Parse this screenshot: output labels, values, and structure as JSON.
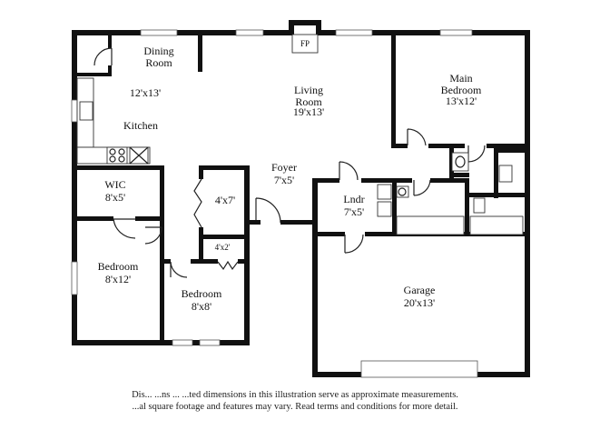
{
  "rooms": {
    "dining": {
      "name": "Dining\nRoom",
      "dims": ""
    },
    "kitchen": {
      "name": "Kitchen",
      "dims": "12'x13'"
    },
    "living": {
      "name": "Living\nRoom",
      "dims": "19'x13'"
    },
    "fireplace": {
      "name": "FP"
    },
    "main_bedroom": {
      "name": "Main\nBedroom",
      "dims": "13'x12'"
    },
    "foyer": {
      "name": "Foyer",
      "dims": "7'x5'"
    },
    "wic": {
      "name": "WIC",
      "dims": "8'x5'"
    },
    "closet_hall": {
      "dims": "4'x7'"
    },
    "closet_small": {
      "dims": "4'x2'"
    },
    "laundry": {
      "name": "Lndr",
      "dims": "7'x5'"
    },
    "bedroom_left": {
      "name": "Bedroom",
      "dims": "8'x12'"
    },
    "bedroom_mid": {
      "name": "Bedroom",
      "dims": "8'x8'"
    },
    "garage": {
      "name": "Garage",
      "dims": "20'x13'"
    }
  },
  "disclaimer": {
    "line1": "Dis... ...ns ... ...ted dimensions in this illustration serve as approximate measurements.",
    "line2": "...al square footage and features may vary. Read terms and conditions for more detail."
  }
}
